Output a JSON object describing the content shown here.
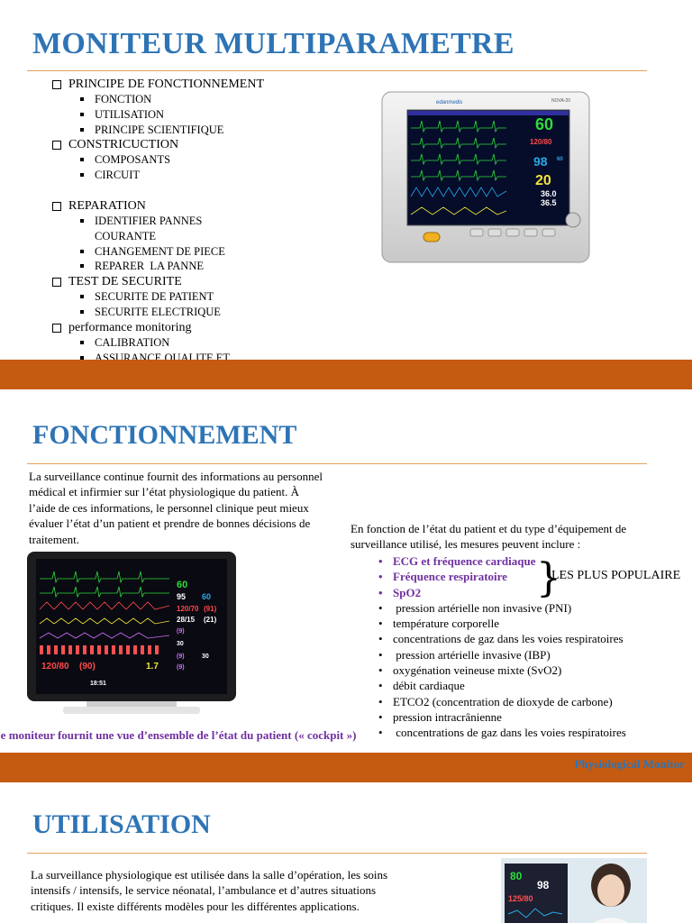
{
  "slide1": {
    "title": "MONITEUR MULTIPARAMETRE",
    "outline": [
      {
        "label": "PRINCIPE DE FONCTIONNEMENT",
        "children": [
          "FONCTION",
          "UTILISATION",
          "PRINCIPE SCIENTIFIQUE"
        ]
      },
      {
        "label": "CONSTRICUCTION",
        "children": [
          "COMPOSANTS",
          "CIRCUIT"
        ]
      },
      {
        "label": "REPARATION",
        "children": [
          "IDENTIFIER PANNES COURANTE",
          "CHANGEMENT DE PIECE",
          "REPARER  LA PANNE"
        ]
      },
      {
        "label": "TEST DE SECURITE",
        "children": [
          "SECURITE DE PATIENT",
          "SECURITE ELECTRIQUE"
        ]
      },
      {
        "label": "performance monitoring",
        "children": [
          "CALIBRATION",
          "ASSURANCE QUALITE ET CONTROLE"
        ]
      }
    ],
    "monitor": {
      "brand": "edanmedis",
      "model": "NOVA-20",
      "hr": "60",
      "nibp": "120/80",
      "spo2": "98",
      "pr": "60",
      "resp": "20",
      "temp1": "36.0",
      "temp2": "36.5"
    }
  },
  "slide2": {
    "title": "FONCTIONNEMENT",
    "intro": "La surveillance continue fournit des informations au personnel médical et infirmier sur l’état physiologique du patient. À l’aide de ces informations, le personnel clinique peut mieux évaluer l’état d’un patient et prendre de bonnes décisions de traitement.",
    "lead": "En fonction de l’état du patient et du type d’équipement de surveillance utilisé, les mesures peuvent inclure :",
    "popular": [
      "ECG et fréquence cardiaque",
      "Fréquence respiratoire",
      "SpO2"
    ],
    "popular_label": "LES PLUS POPULAIRE",
    "measures": [
      " pression artérielle non invasive (PNI)",
      "température corporelle",
      "concentrations de gaz dans les voies respiratoires",
      " pression artérielle invasive (IBP)",
      "oxygénation veineuse mixte (SvO2)",
      "débit cardiaque",
      "ETCO2 (concentration de dioxyde de carbone)",
      "pression intracrânienne",
      " concentrations de gaz dans les voies respiratoires"
    ],
    "caption": "Le moniteur fournit une vue d’ensemble de l’état du patient (« cockpit »)",
    "footer": "Physiological Monitor",
    "monitor": {
      "hr": "60",
      "spo2": "95",
      "spo2b": "60",
      "nibp1": "120/70",
      "nibp1b": "(91)",
      "nibp2": "28/15",
      "nibp2b": "(21)",
      "n9": "(9)",
      "n30": "30",
      "n9b": "(9)",
      "n30b": "30",
      "ibp": "120/80",
      "ibpb": "(90)",
      "etco": "1.7",
      "n9c": "(9)",
      "time": "18:51"
    },
    "colors": {
      "popular": "#7030a0",
      "band": "#c55a11",
      "title": "#2e74b5"
    }
  },
  "slide3": {
    "title": "UTILISATION",
    "body": "La surveillance physiologique est utilisée dans la salle d’opération, les soins intensifs / intensifs, le service néonatal, l’ambulance et d’autres situations critiques. Il existe différents modèles pour les différentes applications.",
    "photo": {
      "v1": "80",
      "v2": "98",
      "v3": "125/80"
    }
  }
}
